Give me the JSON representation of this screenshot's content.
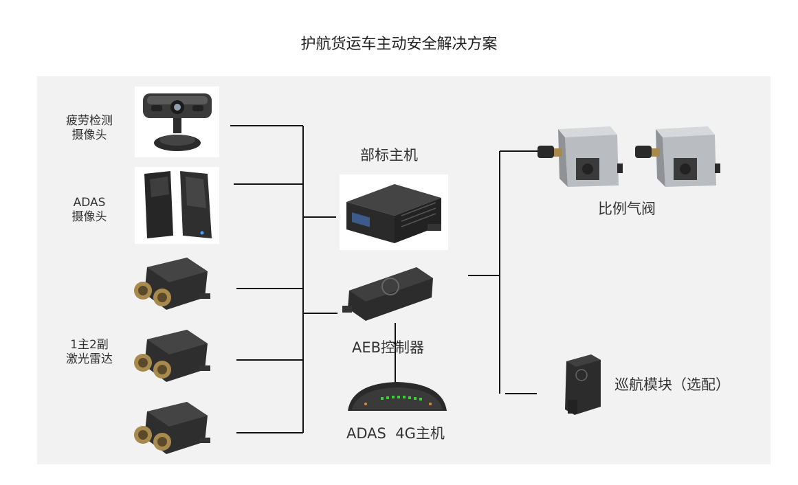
{
  "title": "护航货运车主动安全解决方案",
  "labels": {
    "fatigue_cam_line1": "疲劳检测",
    "fatigue_cam_line2": "摄像头",
    "adas_cam_line1": "ADAS",
    "adas_cam_line2": "摄像头",
    "radar_line1": "1主2副",
    "radar_line2": "激光雷达",
    "host": "部标主机",
    "aeb": "AEB控制器",
    "adas_4g": "ADAS  4G主机",
    "valve": "比例气阀",
    "cruise": "巡航模块（选配）"
  },
  "colors": {
    "background": "#ffffff",
    "panel": "#f2f2f2",
    "line": "#111111",
    "device_dark": "#2b2b2b",
    "device_metal": "#b9bcc0",
    "led_green": "#3ecf3a"
  },
  "icons": [
    "fatigue-camera-icon",
    "adas-camera-icon",
    "lidar-icon",
    "dvr-host-icon",
    "aeb-controller-icon",
    "adas-4g-host-icon",
    "proportional-valve-icon",
    "cruise-module-icon"
  ]
}
